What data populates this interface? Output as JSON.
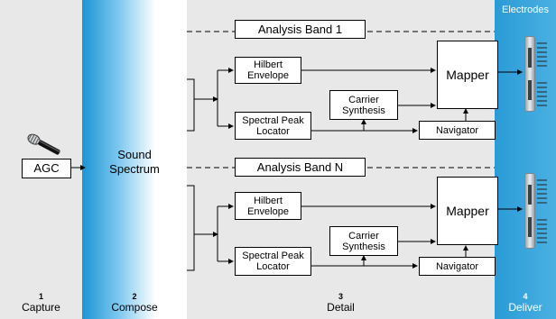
{
  "stages": [
    {
      "number": "1",
      "name": "Capture"
    },
    {
      "number": "2",
      "name": "Compose"
    },
    {
      "number": "3",
      "name": "Detail"
    },
    {
      "number": "4",
      "name": "Deliver"
    }
  ],
  "capture": {
    "agc_label": "AGC",
    "icon": "microphone-icon"
  },
  "compose": {
    "label": "Sound\nSpectrum"
  },
  "deliver": {
    "electrodes_label": "Electrodes",
    "icon": "electrode-array-icon"
  },
  "bands": [
    {
      "title": "Analysis Band 1",
      "hilbert": "Hilbert\nEnvelope",
      "spectral": "Spectral Peak\nLocator",
      "carrier": "Carrier\nSynthesis",
      "navigator": "Navigator",
      "mapper": "Mapper"
    },
    {
      "title": "Analysis Band N",
      "hilbert": "Hilbert\nEnvelope",
      "spectral": "Spectral Peak\nLocator",
      "carrier": "Carrier\nSynthesis",
      "navigator": "Navigator",
      "mapper": "Mapper"
    }
  ],
  "colors": {
    "compose_blue": "#1b95d4",
    "deliver_blue": "#2a9bd6",
    "background_gray": "#e8e8e8"
  }
}
